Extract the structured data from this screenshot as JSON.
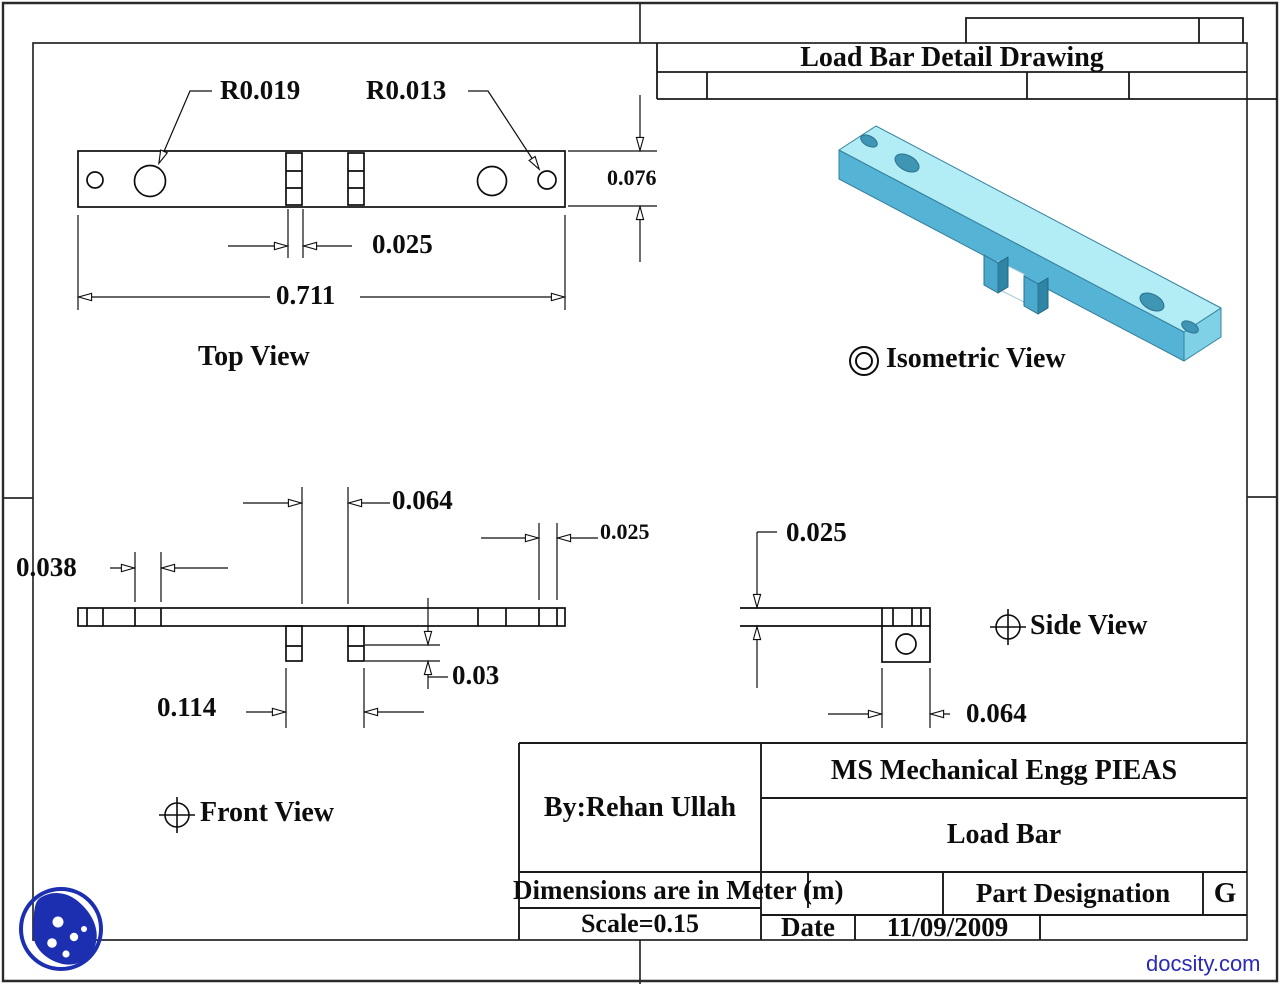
{
  "header": {
    "title": "Load Bar Detail Drawing"
  },
  "views": {
    "top": {
      "label": "Top View",
      "radius_left": "R0.019",
      "radius_right": "R0.013",
      "thickness": "0.076",
      "slot_width": "0.025",
      "length": "0.711"
    },
    "front": {
      "label": "Front View",
      "tab_gap": "0.064",
      "hole_width": "0.025",
      "hole_offset": "0.038",
      "tab_span": "0.114",
      "tab_height": "0.03"
    },
    "side": {
      "label": "Side View",
      "bar_thickness": "0.025",
      "block_width": "0.064"
    },
    "isometric": {
      "label": "Isometric View"
    }
  },
  "title_block": {
    "institution": "MS Mechanical Engg PIEAS",
    "part_name": "Load Bar",
    "author": "By:Rehan Ullah",
    "units_note": "Dimensions are in Meter (m)",
    "part_designation_label": "Part Designation",
    "revision": "G",
    "scale": "Scale=0.15",
    "date_label": "Date",
    "date_value": "11/09/2009"
  },
  "watermark": {
    "site": "docsity.com",
    "logo": "docsity-logo"
  },
  "colors": {
    "line": "#0d0d0d",
    "iso_top_face": "#b2edf5",
    "iso_front_face": "#55b4d6",
    "iso_end_face": "#7fd2e6",
    "iso_tab_face": "#4aa9cc",
    "iso_hole": "#3e95b4",
    "watermark_blue": "#2a2ab4",
    "logo_blue": "#1c2fb0"
  }
}
